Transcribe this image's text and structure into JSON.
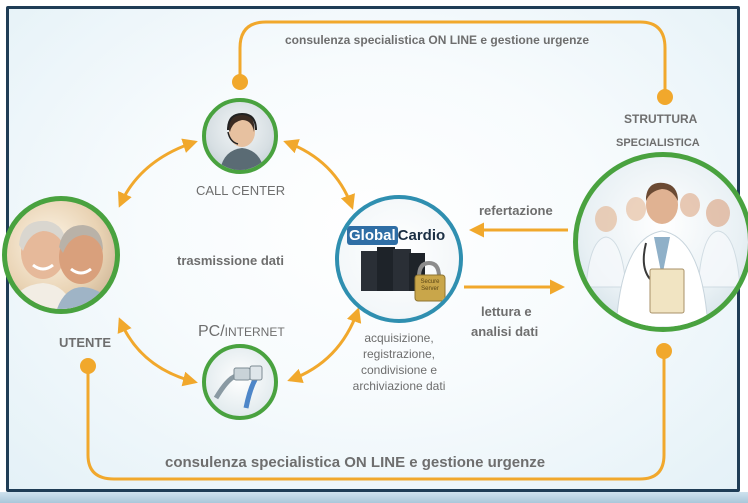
{
  "top_arc_label": "consulenza specialistica ON LINE e gestione urgenze",
  "bottom_arc_label": "consulenza specialistica ON LINE e gestione urgenze",
  "nodes": {
    "call_center": "CALL CENTER",
    "pc_internet_prefix": "PC/",
    "pc_internet_suffix": "INTERNET",
    "utente": "UTENTE",
    "struttura_line1": "STRUTTURA",
    "struttura_line2": "SPECIALISTICA",
    "server_badge": "Secure Server"
  },
  "center_text": "trasmissione dati",
  "logo": {
    "part1": "Global",
    "part2": "Cardio"
  },
  "refertazione": "refertazione",
  "lettura": {
    "line1": "lettura e",
    "line2": "analisi dati"
  },
  "acquisizione": [
    "acquisizione,",
    "registrazione,",
    "condivisione e",
    "archiviazione dati"
  ],
  "colors": {
    "arrow": "#f1a82c",
    "ring": "#49a23f",
    "ring_center": "#2f8fb0",
    "border": "#1f3d56",
    "text": "#6e6e6e"
  }
}
